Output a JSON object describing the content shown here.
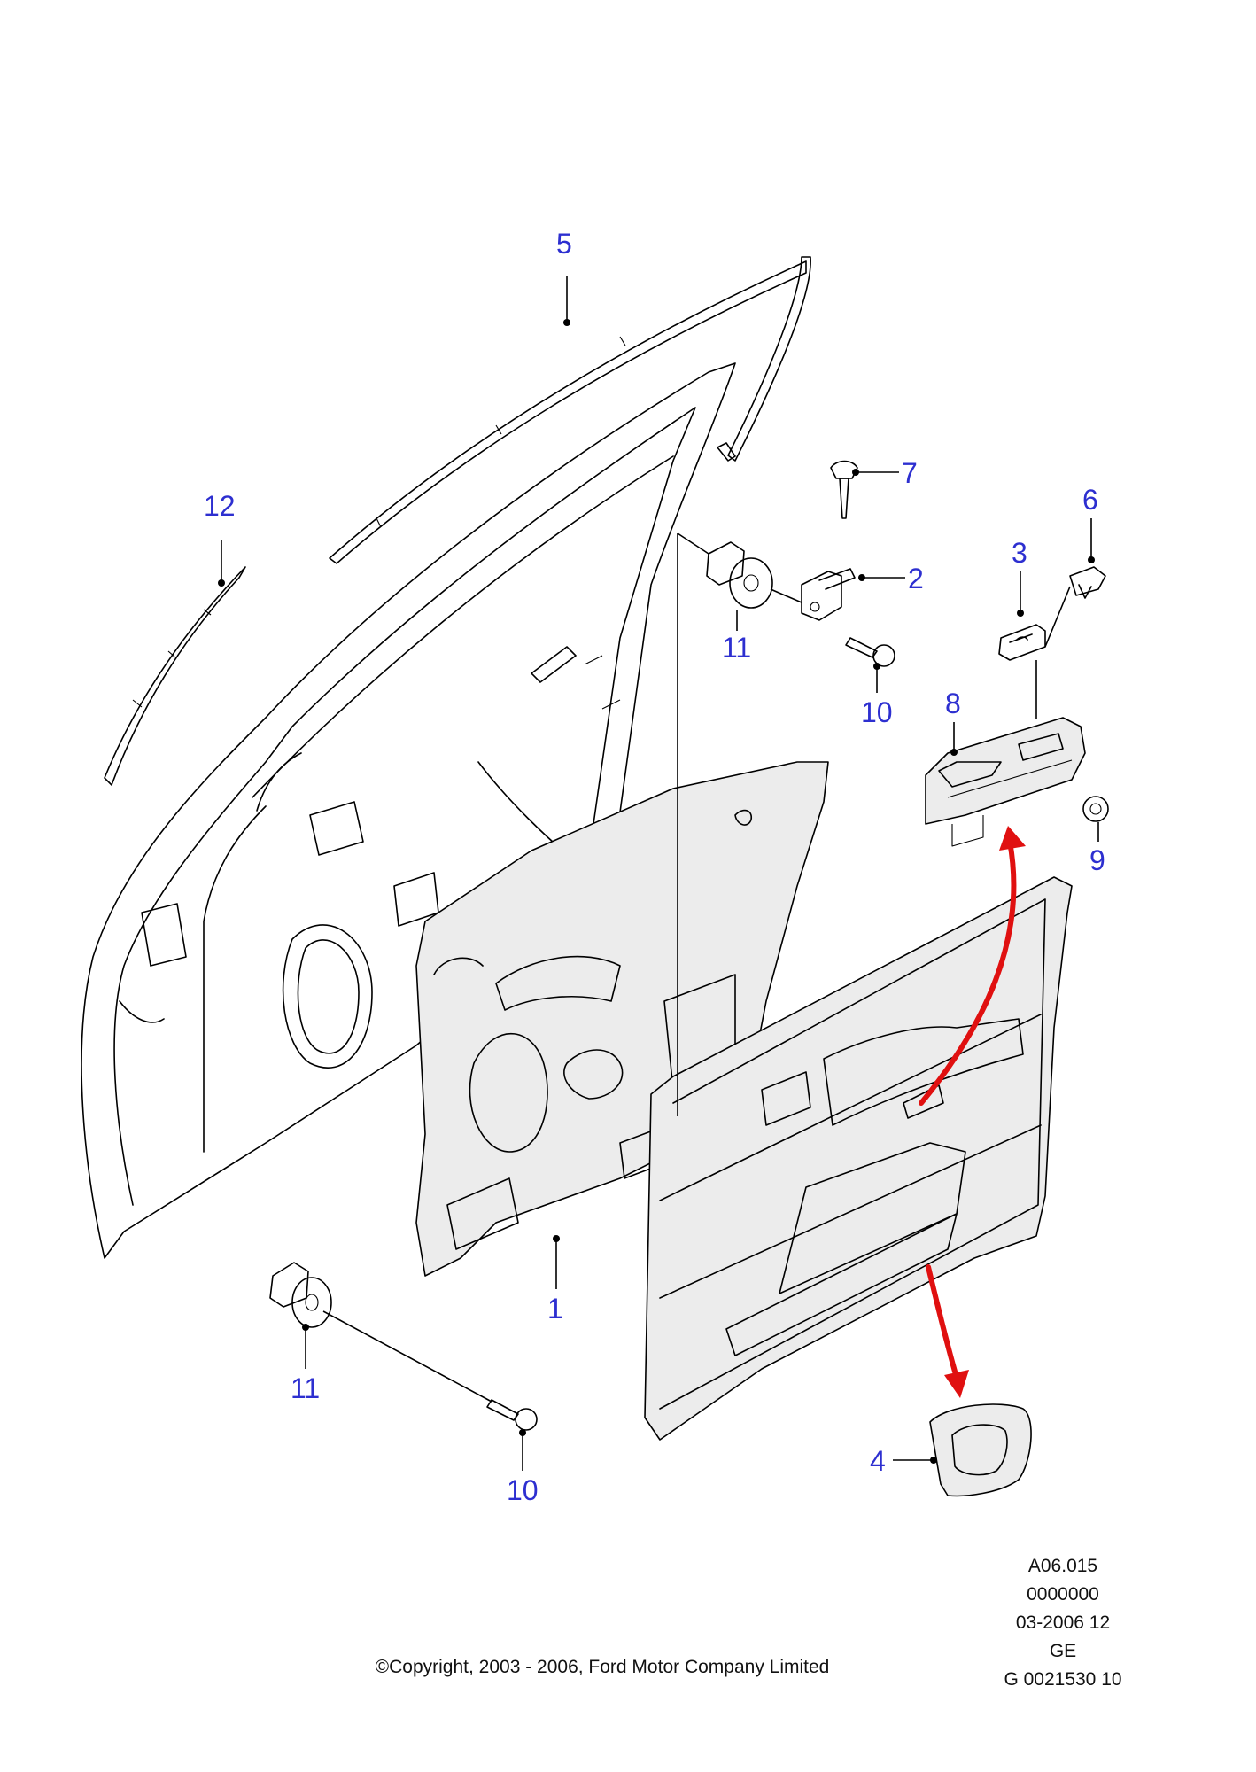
{
  "callouts": [
    {
      "label": "5"
    },
    {
      "label": "12"
    },
    {
      "label": "7"
    },
    {
      "label": "2"
    },
    {
      "label": "6"
    },
    {
      "label": "3"
    },
    {
      "label": "11"
    },
    {
      "label": "10"
    },
    {
      "label": "8"
    },
    {
      "label": "9"
    },
    {
      "label": "1"
    },
    {
      "label": "11"
    },
    {
      "label": "10"
    },
    {
      "label": "4"
    }
  ],
  "info_block": {
    "line1": "A06.015",
    "line2": "0000000",
    "line3": "03-2006 12",
    "line4": "GE",
    "line5": "G 0021530 10"
  },
  "copyright": "©Copyright, 2003 - 2006, Ford Motor Company Limited",
  "colors": {
    "callout": "#2d2fd0",
    "arrow": "#e01010",
    "line": "#000000"
  }
}
